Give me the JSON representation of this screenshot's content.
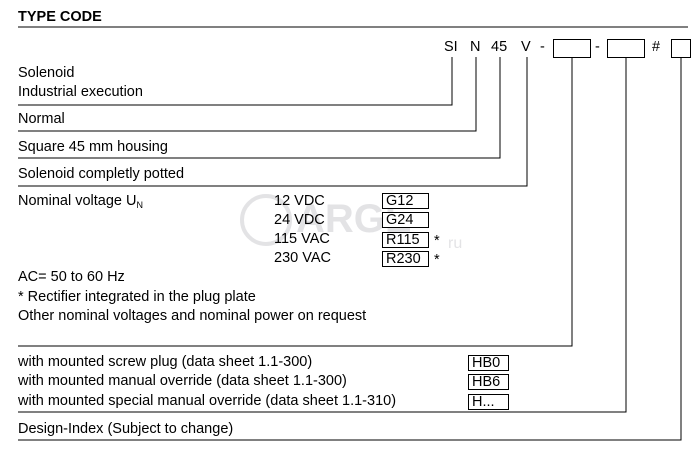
{
  "title": "TYPE CODE",
  "code": {
    "p1": "SI",
    "p2": "N",
    "p3": "45",
    "p4": "V",
    "dash1": "-",
    "dash2": "-",
    "dash3": "-",
    "hash": "#"
  },
  "rows": {
    "solenoid": "Solenoid",
    "industrial": "Industrial execution",
    "normal": "Normal",
    "housing": "Square 45 mm housing",
    "potted": "Solenoid completly potted",
    "nominal_voltage": "Nominal voltage U",
    "nominal_voltage_sub": "N",
    "ac": "AC= 50 to 60 Hz",
    "rectifier": "* Rectifier integrated in the plug plate",
    "other": "Other nominal voltages and nominal power on request",
    "design": "Design-Index (Subject to change)"
  },
  "voltages": [
    {
      "label": "12 VDC",
      "code": "G12",
      "mark": ""
    },
    {
      "label": "24 VDC",
      "code": "G24",
      "mark": ""
    },
    {
      "label": "115 VAC",
      "code": "R115",
      "mark": "*"
    },
    {
      "label": "230 VAC",
      "code": "R230",
      "mark": "*"
    }
  ],
  "overrides": [
    {
      "label": "with mounted screw plug (data sheet 1.1-300)",
      "code": "HB0"
    },
    {
      "label": "with mounted manual override (data sheet 1.1-300)",
      "code": "HB6"
    },
    {
      "label": "with mounted special manual override (data sheet 1.1-310)",
      "code": "H..."
    }
  ],
  "watermark": {
    "text": "ARGE",
    "sub": "ru"
  }
}
